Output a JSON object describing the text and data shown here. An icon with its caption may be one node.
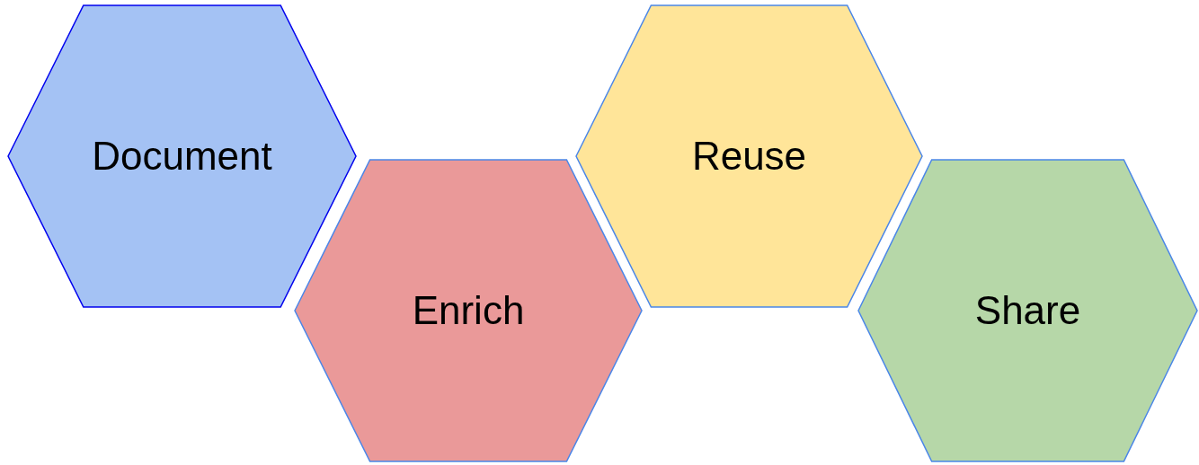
{
  "diagram": {
    "nodes": [
      {
        "text": [
          "Document"
        ]
      },
      {
        "text": [
          "Enrich"
        ]
      },
      {
        "text": [
          "Reuse"
        ]
      },
      {
        "text": [
          "Share"
        ]
      }
    ]
  }
}
